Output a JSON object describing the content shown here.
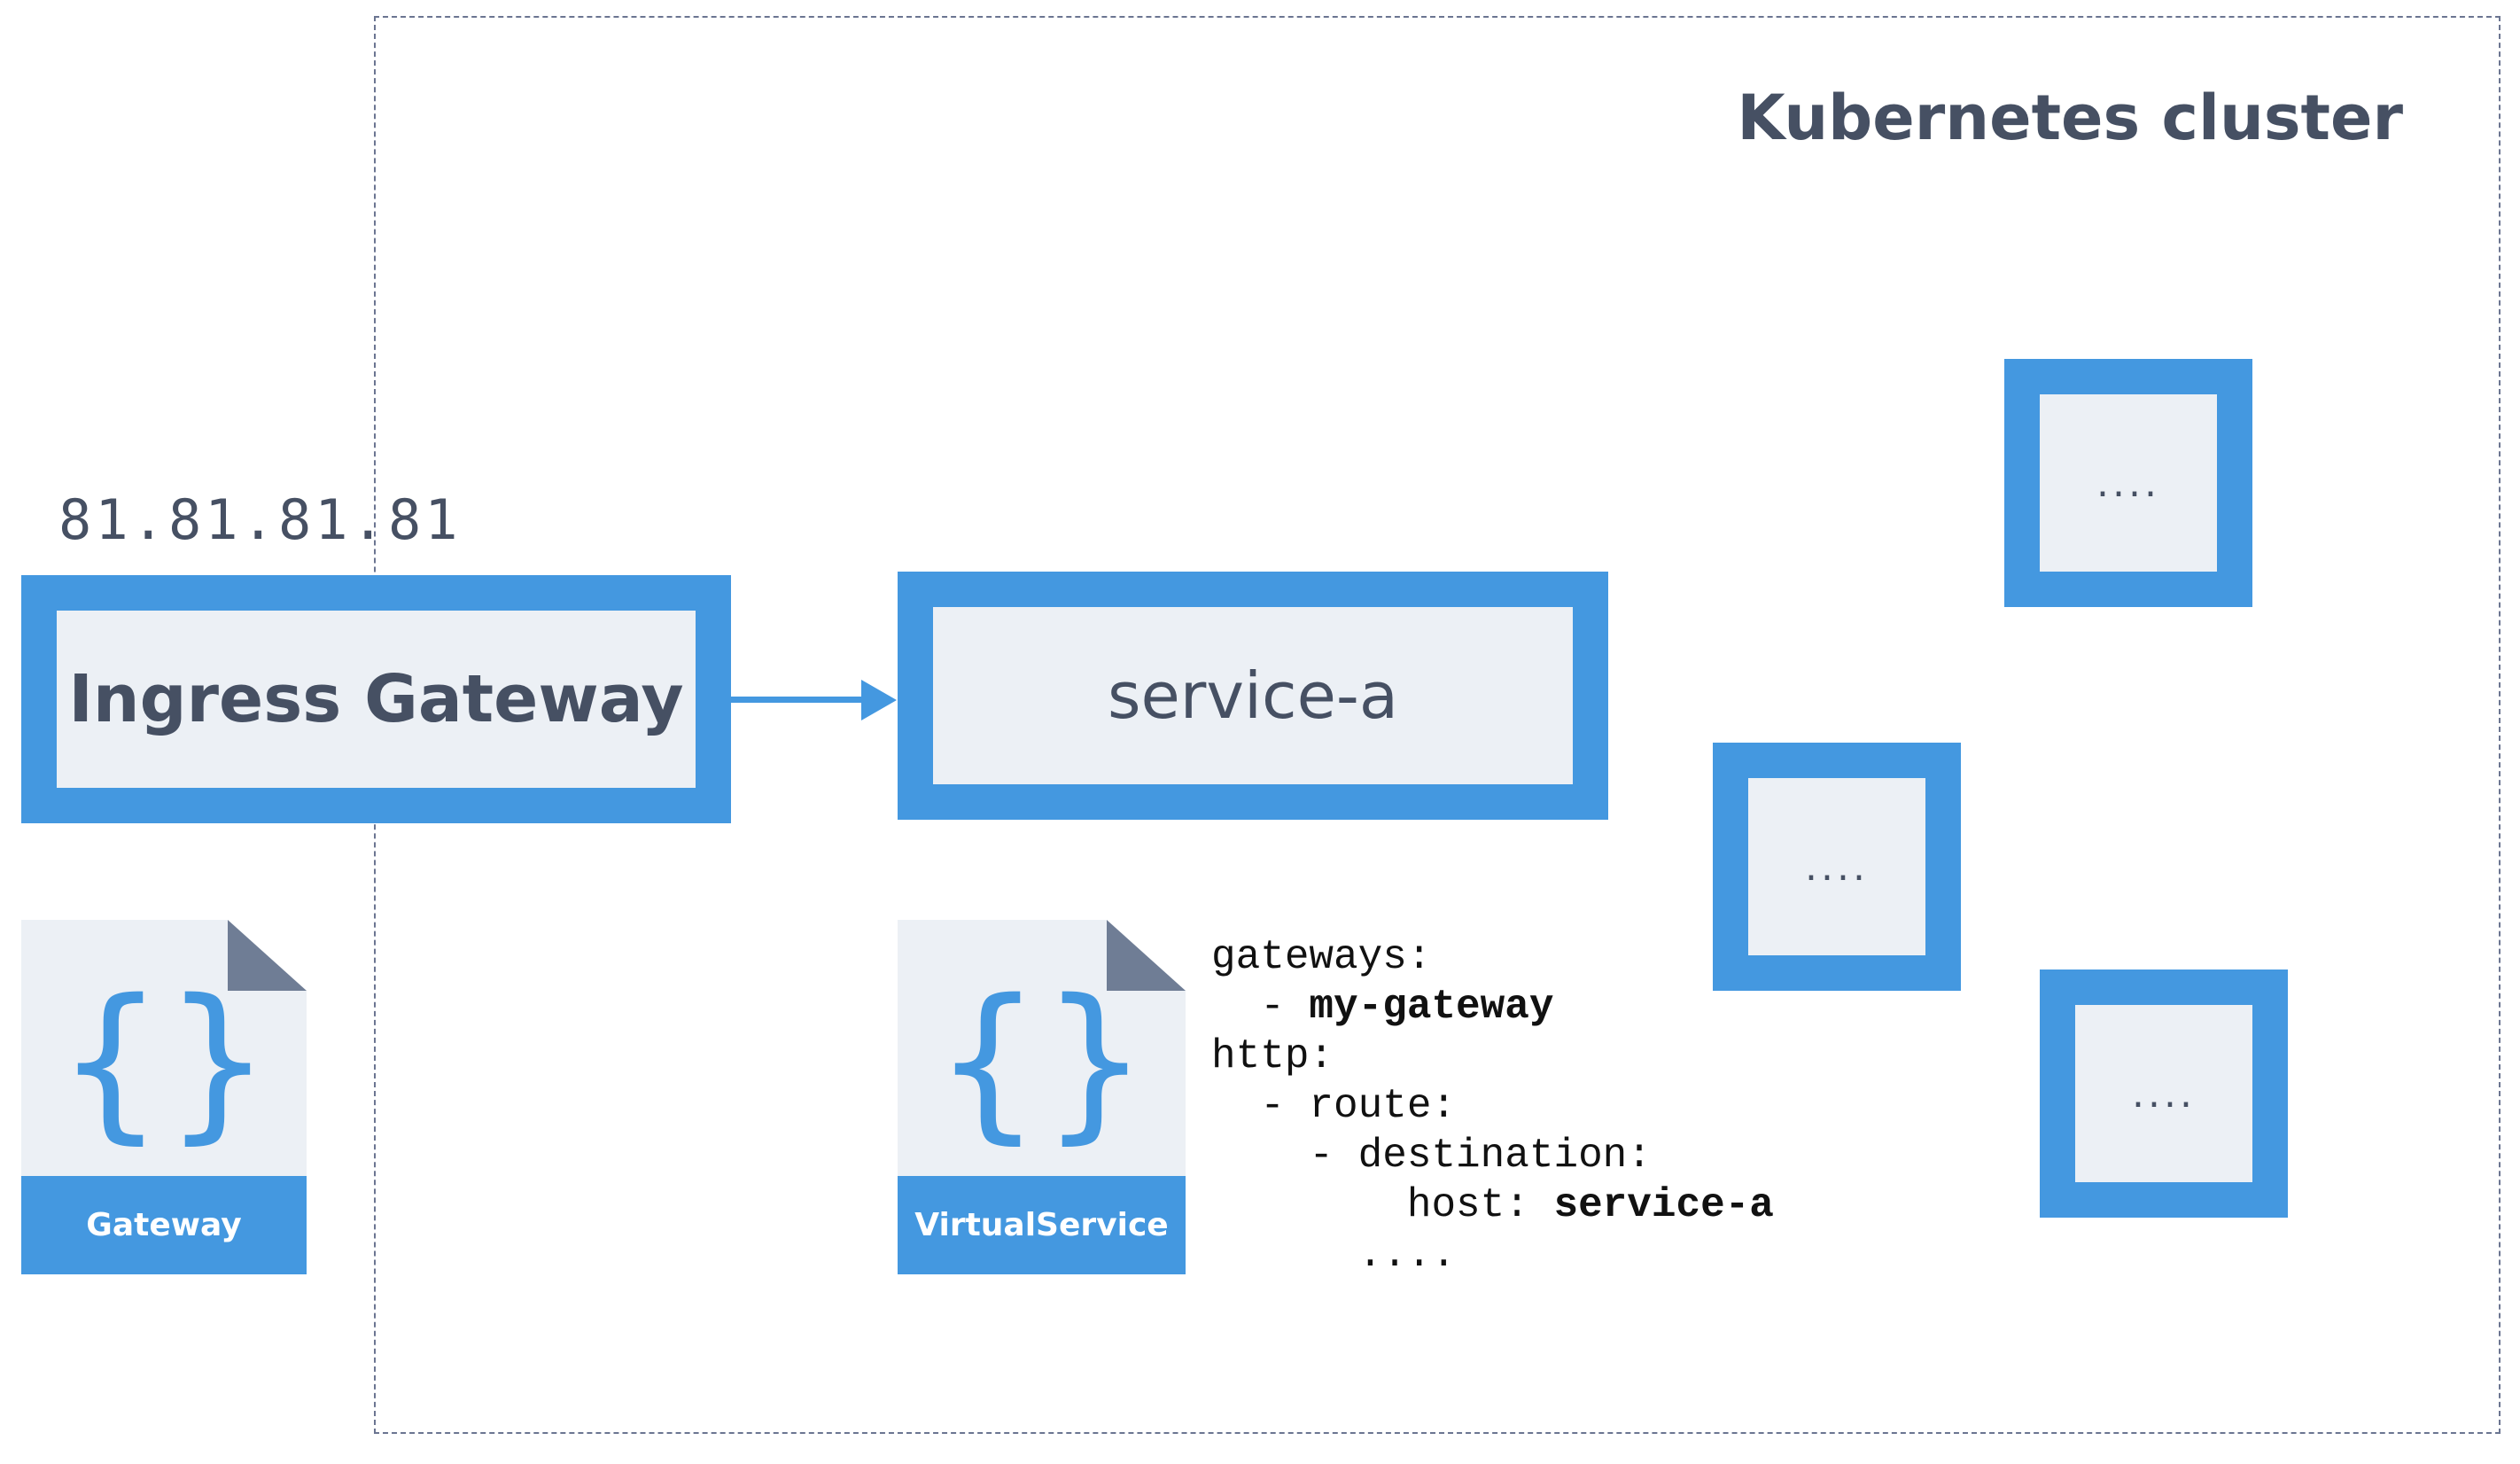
{
  "cluster": {
    "title": "Kubernetes cluster"
  },
  "ingress": {
    "ip": "81.81.81.81",
    "label": "Ingress Gateway"
  },
  "service": {
    "label": "service-a"
  },
  "other_services": [
    {
      "label": "...."
    },
    {
      "label": "...."
    },
    {
      "label": "...."
    }
  ],
  "docs": {
    "gateway": "Gateway",
    "virtual_service": "VirtualService"
  },
  "yaml": {
    "l1": "gateways:",
    "l2_prefix": "  - ",
    "l2_value": "my-gateway",
    "l3": "http:",
    "l4": "  - route:",
    "l5": "    - destination:",
    "l6_key": "        host: ",
    "l6_value": "service-a",
    "l7": "      ...."
  },
  "colors": {
    "accent": "#4498e0",
    "fill": "#ecf0f5",
    "text": "#465063",
    "fold": "#6f7d95"
  }
}
